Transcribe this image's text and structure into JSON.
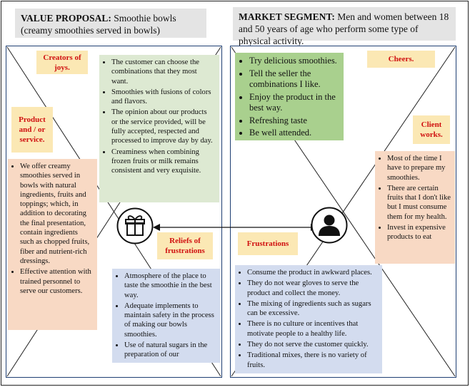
{
  "value_proposal": {
    "label": "VALUE PROPOSAL:",
    "text": "Smoothie bowls (creamy smoothies served in bowls)"
  },
  "market_segment": {
    "label": "MARKET SEGMENT:",
    "text": "Men and women between 18 and 50 years of age who perform some type of physical activity."
  },
  "left": {
    "creators_tag": "Creators of joys.",
    "product_tag": "Product and / or service.",
    "reliefs_tag": "Reliefs of frustrations",
    "icon": "gift-icon",
    "creators_items": [
      "The customer can choose the combinations that they most want.",
      "Smoothies with fusions of colors and flavors.",
      "The opinion about our products or the service provided, will be fully accepted, respected and processed to improve day by day.",
      "Creaminess when combining frozen fruits or milk remains consistent and very exquisite."
    ],
    "product_items": [
      "We offer creamy smoothies served in bowls with natural ingredients, fruits and toppings; which, in addition to decorating the final presentation, contain ingredients such as chopped fruits, fiber and nutrient-rich dressings.",
      "Effective attention with trained personnel to serve our customers."
    ],
    "reliefs_items": [
      "Atmosphere of the place to taste the smoothie in the best way.",
      "Adequate implements to maintain safety in the process of making our bowls smoothies.",
      "Use of natural sugars in the preparation of our"
    ]
  },
  "right": {
    "cheers_tag": "Cheers.",
    "client_works_tag": "Client works.",
    "frustrations_tag": "Frustrations",
    "icon": "user-icon",
    "cheers_items": [
      "Try delicious smoothies.",
      "Tell the seller the combinations I like.",
      "Enjoy the product in the best way.",
      "Refreshing taste",
      "Be well attended."
    ],
    "client_works_items": [
      "Most of the time I have to prepare my smoothies.",
      "There are certain fruits that I don't like but I must consume them for my health.",
      "Invest in expensive products to eat"
    ],
    "frustrations_items": [
      "Consume the product in awkward places.",
      "They do not wear gloves to serve the product and collect the money.",
      "The mixing of ingredients such as sugars can be excessive.",
      "There is no culture or incentives that motivate people to a healthy life.",
      "They do not serve the customer quickly.",
      "Traditional mixes, there is no variety of fruits."
    ]
  },
  "colors": {
    "tag_bg": "#fbe8b4",
    "tag_text": "#d01010",
    "green": "#dde9d2",
    "green_strong": "#a9d08e",
    "peach": "#f8d9c4",
    "blue": "#d3dcef",
    "header_bg": "#e4e4e4"
  }
}
